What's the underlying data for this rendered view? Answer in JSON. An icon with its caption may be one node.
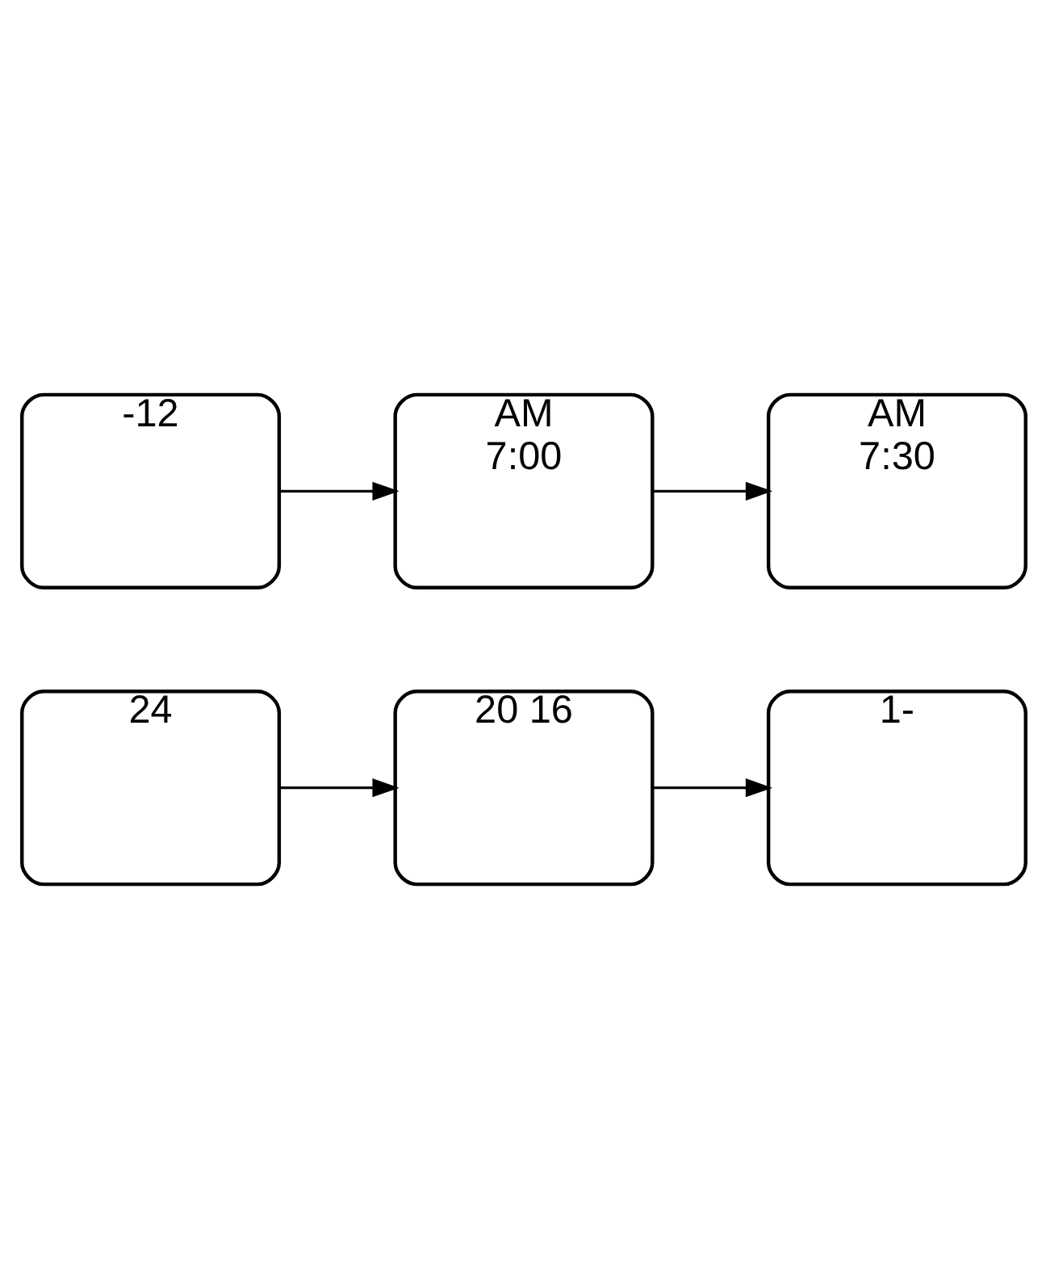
{
  "diagram": {
    "nodes": [
      {
        "text": [
          "24"
        ]
      },
      {
        "text": [
          "20 16"
        ]
      },
      {
        "text": [
          "1-"
        ]
      },
      {
        "text": [
          "-12"
        ]
      },
      {
        "text": [
          "AM",
          "7:00"
        ]
      },
      {
        "text": [
          "AM",
          "7:30"
        ]
      }
    ],
    "edges": [
      {
        "from": 0,
        "to": 1,
        "arrow": "to"
      },
      {
        "from": 1,
        "to": 2,
        "arrow": "to"
      },
      {
        "from": 3,
        "to": 4,
        "arrow": "to"
      },
      {
        "from": 4,
        "to": 5,
        "arrow": "to"
      }
    ]
  }
}
